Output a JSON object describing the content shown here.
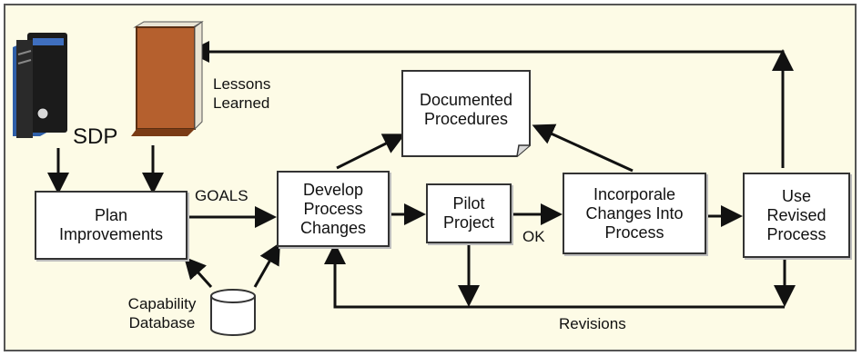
{
  "labels": {
    "sdp": "SDP",
    "lessons": "Lessons\nLearned",
    "goals": "GOALS",
    "ok": "OK",
    "revisions": "Revisions",
    "capability": "Capability\nDatabase"
  },
  "boxes": {
    "plan": "Plan\nImprovements",
    "develop": "Develop\nProcess\nChanges",
    "pilot": "Pilot\nProject",
    "incorporate": "Incorporale\nChanges Into\nProcess",
    "use": "Use\nRevised\nProcess",
    "documented": "Documented\nProcedures"
  },
  "colors": {
    "background": "#fdfbe6",
    "binder": "#1b1b1b",
    "binder_accent": "#2f5fa8",
    "book_cover": "#b5602e",
    "book_pages": "#e9e4d4"
  },
  "icons": {
    "sdp": "binder-icon",
    "lessons": "book-icon",
    "capability": "database-cylinder-icon"
  }
}
